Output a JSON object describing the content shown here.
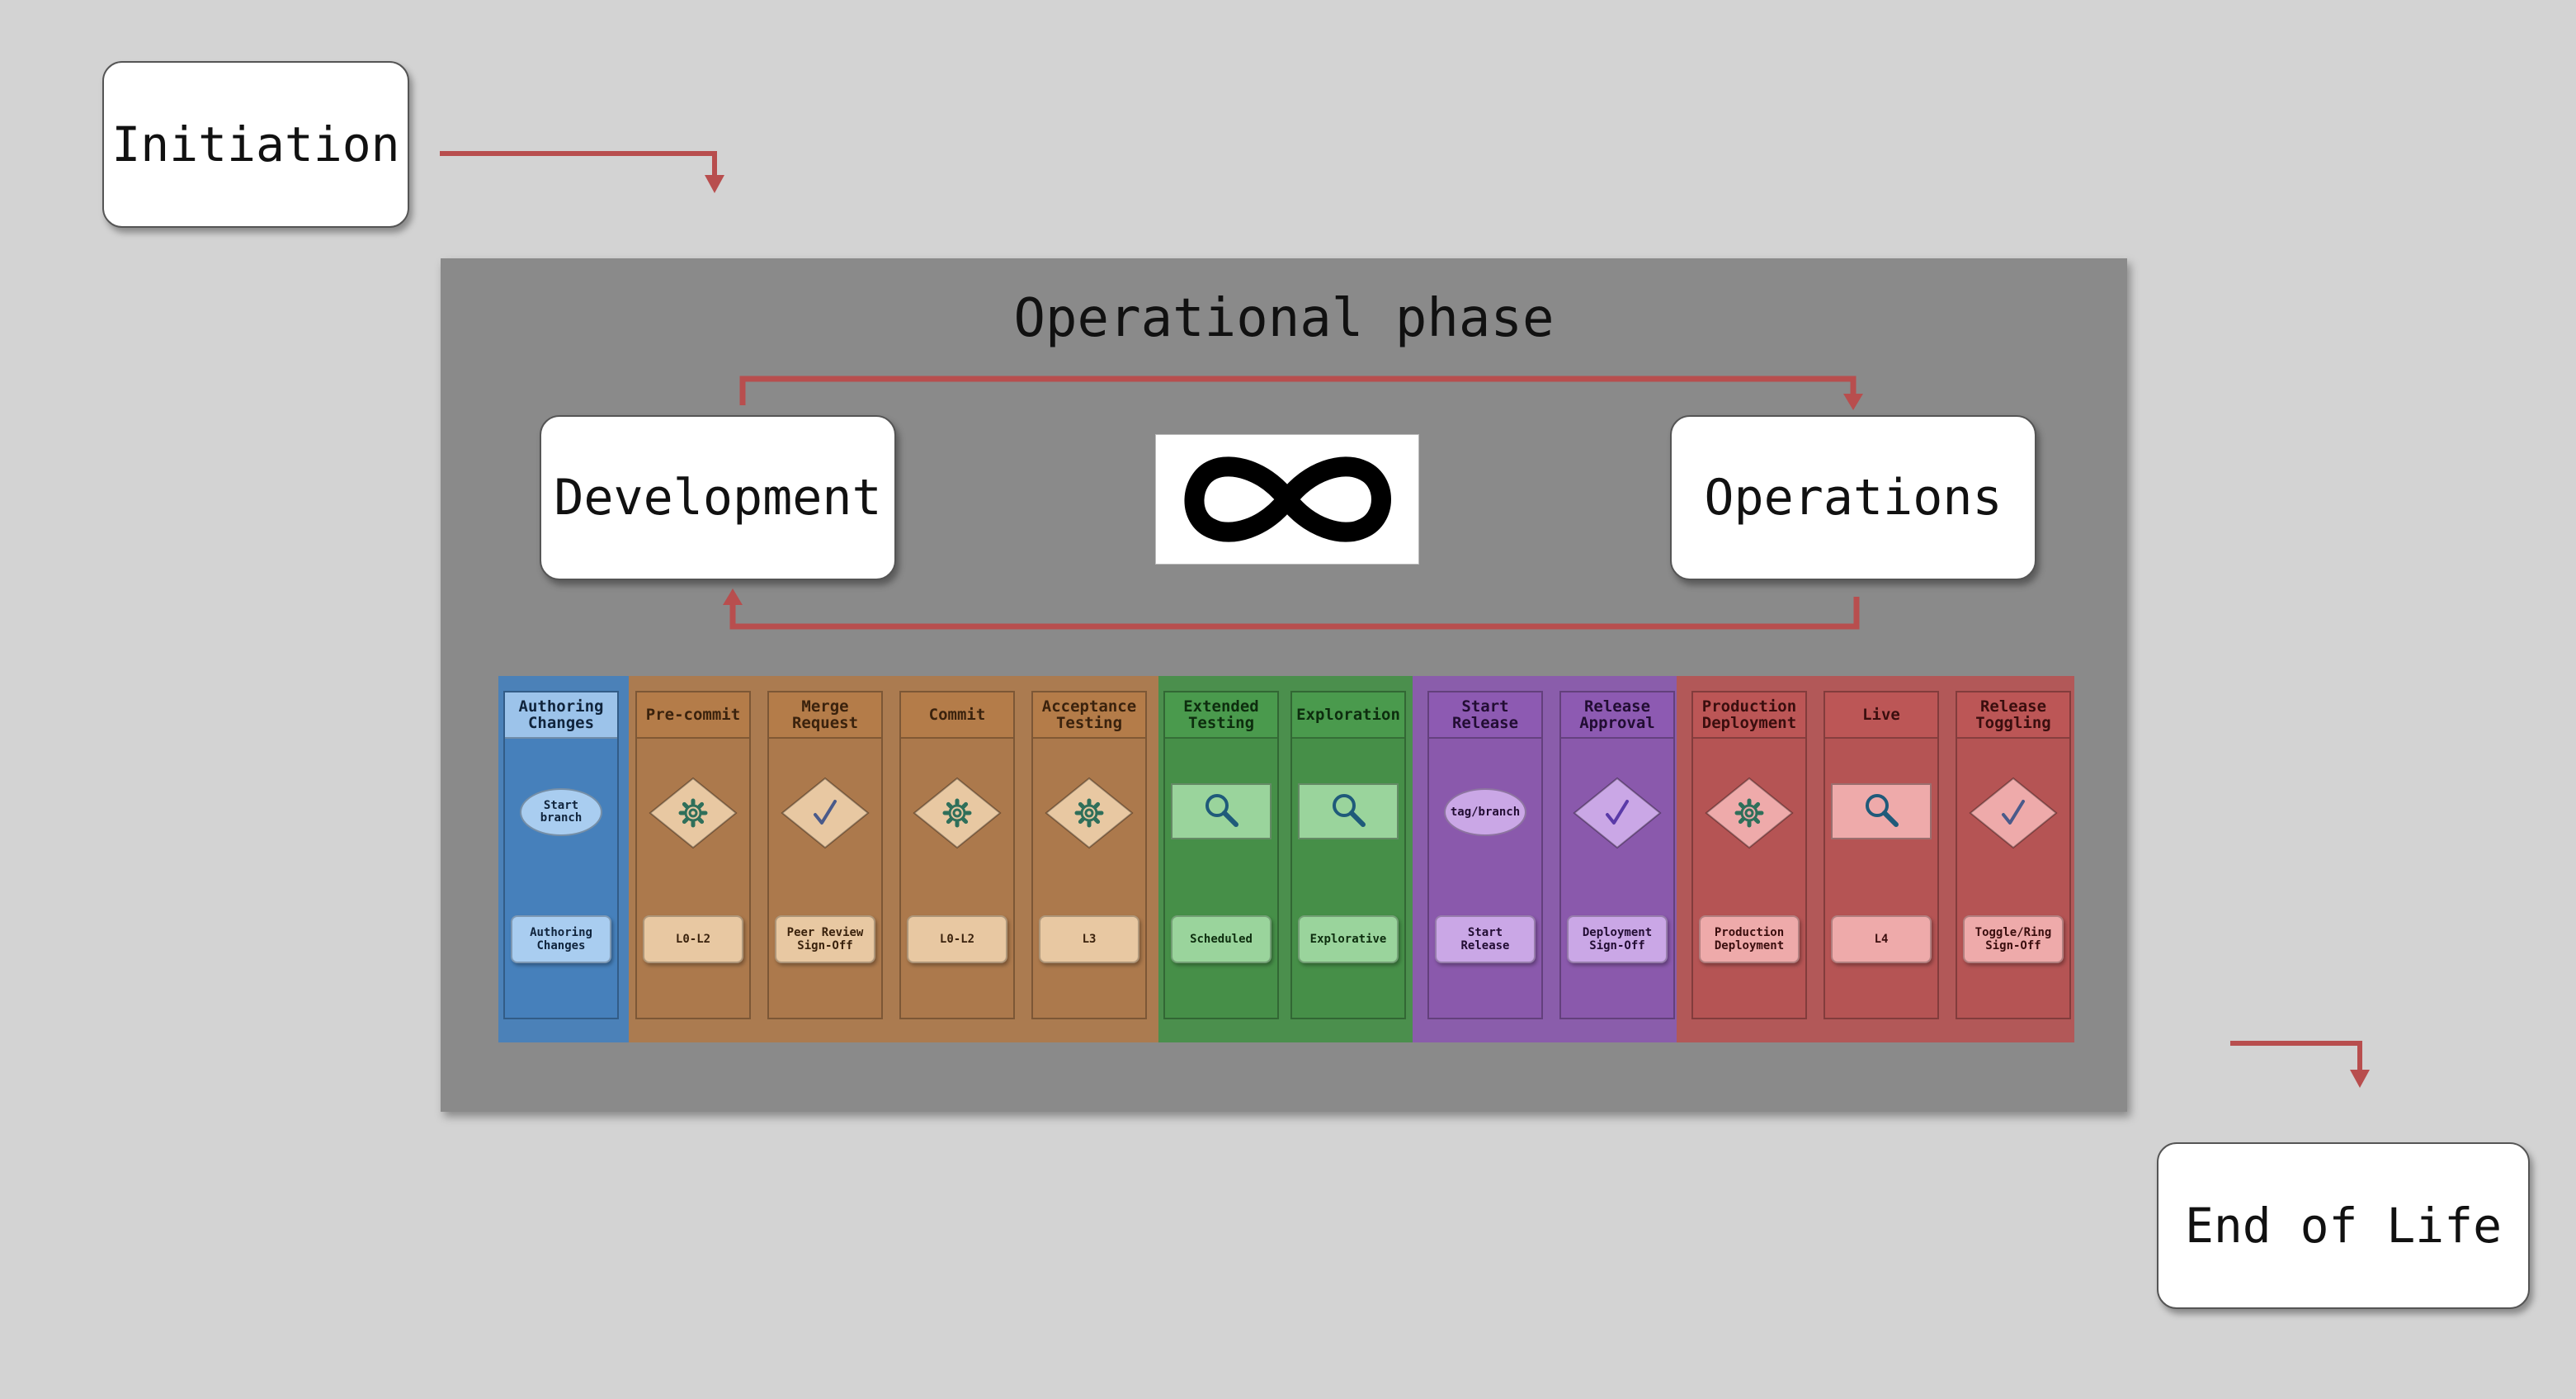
{
  "phases": {
    "initiation": "Initiation",
    "operational_title": "Operational phase",
    "development": "Development",
    "operations": "Operations",
    "end_of_life": "End of Life"
  },
  "infinity_icon": "infinity-icon",
  "colors": {
    "background": "#d3d3d3",
    "operational_panel": "#8a8a8a",
    "arrow": "#b84e4e",
    "blue_group": "#3f7fc0",
    "orange_group": "#b07845",
    "green_group": "#3f8f42",
    "purple_group": "#8a55b0",
    "red_group": "#b84f4f"
  },
  "lanes": [
    {
      "title": "Authoring\nChanges",
      "shape": "ellipse",
      "shape_text": "Start\nbranch",
      "card": "Authoring\nChanges",
      "group": "blue"
    },
    {
      "title": "Pre-commit",
      "shape": "diamond",
      "icon": "gear-icon",
      "card": "L0-L2",
      "group": "orange"
    },
    {
      "title": "Merge\nRequest",
      "shape": "diamond",
      "icon": "check-icon",
      "card": "Peer Review\nSign-Off",
      "group": "orange"
    },
    {
      "title": "Commit",
      "shape": "diamond",
      "icon": "gear-icon",
      "card": "L0-L2",
      "group": "orange"
    },
    {
      "title": "Acceptance\nTesting",
      "shape": "diamond",
      "icon": "gear-icon",
      "card": "L3",
      "group": "orange"
    },
    {
      "title": "Extended\nTesting",
      "shape": "rect",
      "icon": "magnifier-icon",
      "card": "Scheduled",
      "group": "green"
    },
    {
      "title": "Exploration",
      "shape": "rect",
      "icon": "magnifier-icon",
      "card": "Explorative",
      "group": "green"
    },
    {
      "title": "Start\nRelease",
      "shape": "ellipse",
      "shape_text": "tag/branch",
      "card": "Start\nRelease",
      "group": "purple"
    },
    {
      "title": "Release\nApproval",
      "shape": "diamond",
      "icon": "check-icon",
      "card": "Deployment\nSign-Off",
      "group": "purple"
    },
    {
      "title": "Production\nDeployment",
      "shape": "diamond",
      "icon": "gear-icon",
      "card": "Production\nDeployment",
      "group": "red"
    },
    {
      "title": "Live",
      "shape": "rect",
      "icon": "magnifier-icon",
      "card": "L4",
      "group": "red"
    },
    {
      "title": "Release\nToggling",
      "shape": "diamond",
      "icon": "check-icon",
      "card": "Toggle/Ring\nSign-Off",
      "group": "red"
    }
  ]
}
